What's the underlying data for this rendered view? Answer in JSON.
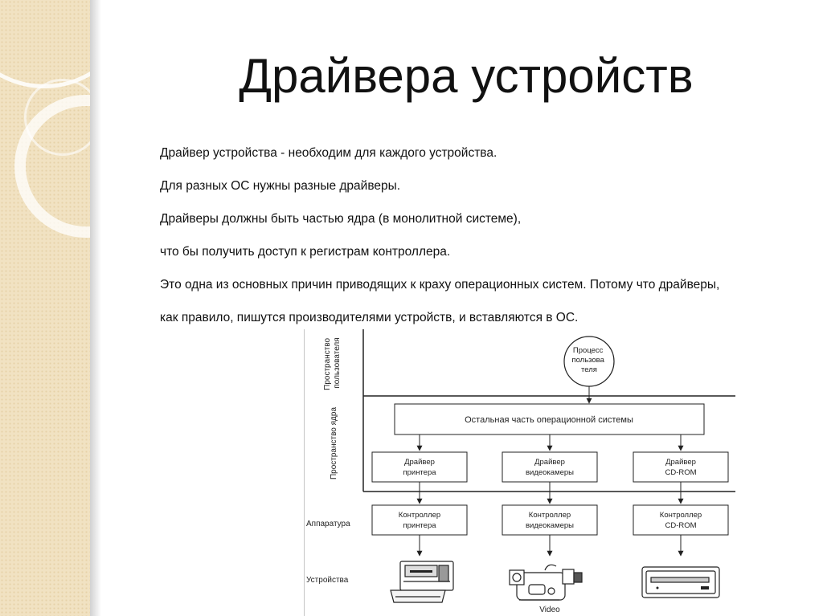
{
  "slide": {
    "title": "Драйвера устройств",
    "lines": [
      "Драйвер устройства - необходим для каждого устройства.",
      "Для разных ОС нужны разные драйверы.",
      "Драйверы должны быть частью ядра (в монолитной системе),",
      "что бы получить доступ к регистрам контроллера.",
      "Это одна из основных причин приводящих к краху операционных систем. Потому что драйверы,",
      "как правило, пишутся производителями устройств, и вставляются в ОС."
    ]
  },
  "diagram": {
    "layers": {
      "user_space": [
        "Пространство",
        "пользователя"
      ],
      "kernel_space": "Пространство ядра",
      "hardware": "Аппаратура",
      "devices": "Устройства"
    },
    "user_process": [
      "Процесс",
      "пользова",
      "теля"
    ],
    "os_rest": "Остальная часть операционной системы",
    "drivers": [
      [
        "Драйвер",
        "принтера"
      ],
      [
        "Драйвер",
        "видеокамеры"
      ],
      [
        "Драйвер",
        "CD-ROM"
      ]
    ],
    "controllers": [
      [
        "Контроллер",
        "принтера"
      ],
      [
        "Контроллер",
        "видеокамеры"
      ],
      [
        "Контроллер",
        "CD-ROM"
      ]
    ],
    "device_icons": [
      "printer-icon",
      "video-camera-icon",
      "cdrom-drive-icon"
    ],
    "video_caption": "Video"
  }
}
